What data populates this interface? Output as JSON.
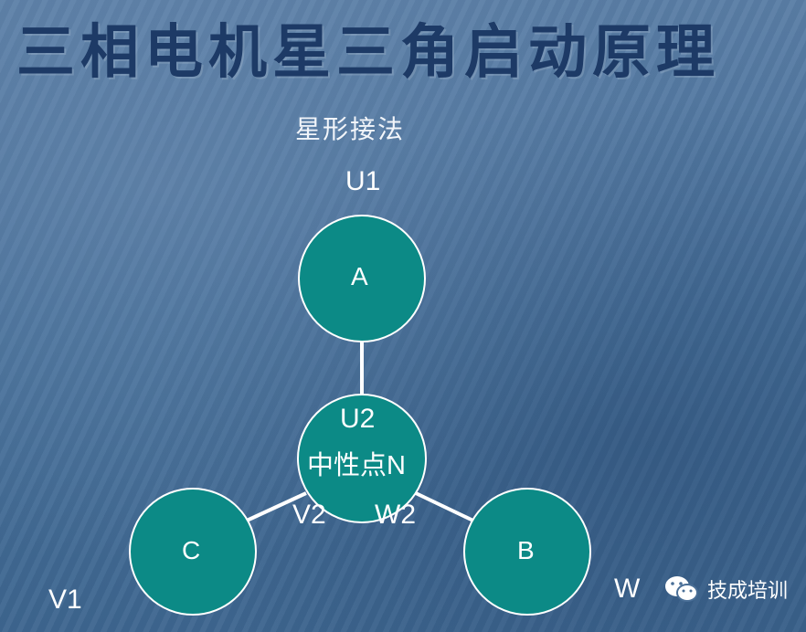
{
  "title": "三相电机星三角启动原理",
  "subtitle": "星形接法",
  "nodes": {
    "a": "A",
    "b": "B",
    "c": "C",
    "neutral": "中性点N"
  },
  "terminals": {
    "u1": "U1",
    "u2": "U2",
    "v1": "V1",
    "v2": "V2",
    "w1": "W",
    "w2": "W2"
  },
  "watermark": {
    "text": "技成培训",
    "icon": "wechat-icon"
  },
  "colors": {
    "node_fill": "#0c8a86",
    "node_stroke": "#ffffff",
    "title": "#1d3a66"
  }
}
